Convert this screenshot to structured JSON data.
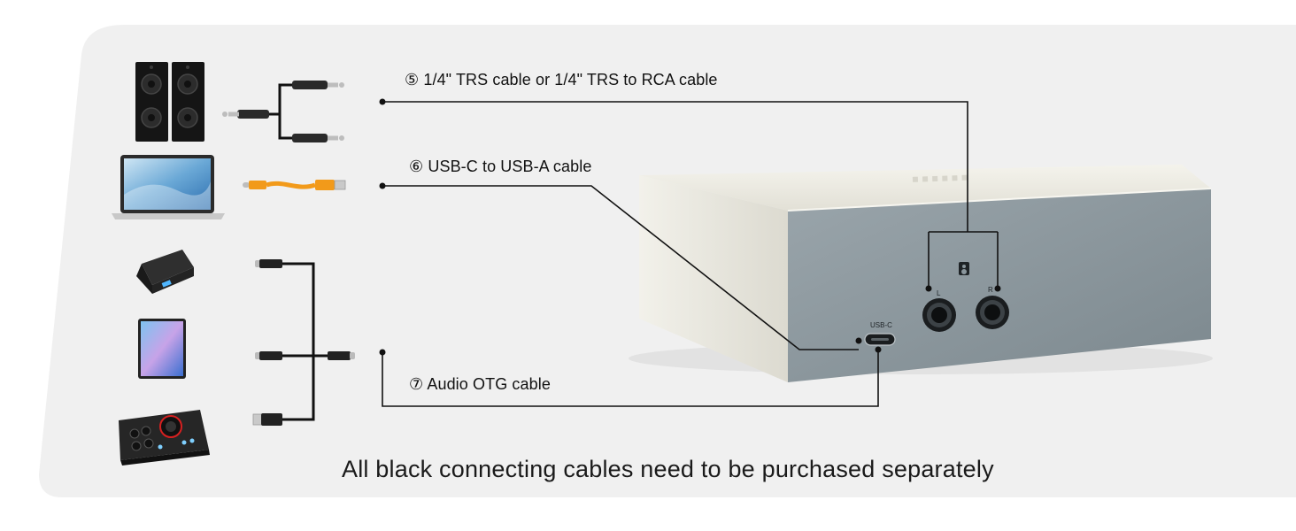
{
  "connections": [
    {
      "number": "⑤",
      "label": "1/4\" TRS cable or 1/4\" TRS to RCA cable"
    },
    {
      "number": "⑥",
      "label": "USB-C to USB-A cable"
    },
    {
      "number": "⑦",
      "label": "Audio OTG cable"
    }
  ],
  "device": {
    "port_usb_c": "USB-C",
    "port_left": "L",
    "port_right": "R"
  },
  "footnote": "All black connecting cables need to be purchased separately",
  "colors": {
    "panel_bg": "#f0f0f0",
    "device_front": "#8a969c",
    "device_body": "#ebe9e0",
    "usb_cable": "#f29a1a",
    "line": "#111111"
  }
}
